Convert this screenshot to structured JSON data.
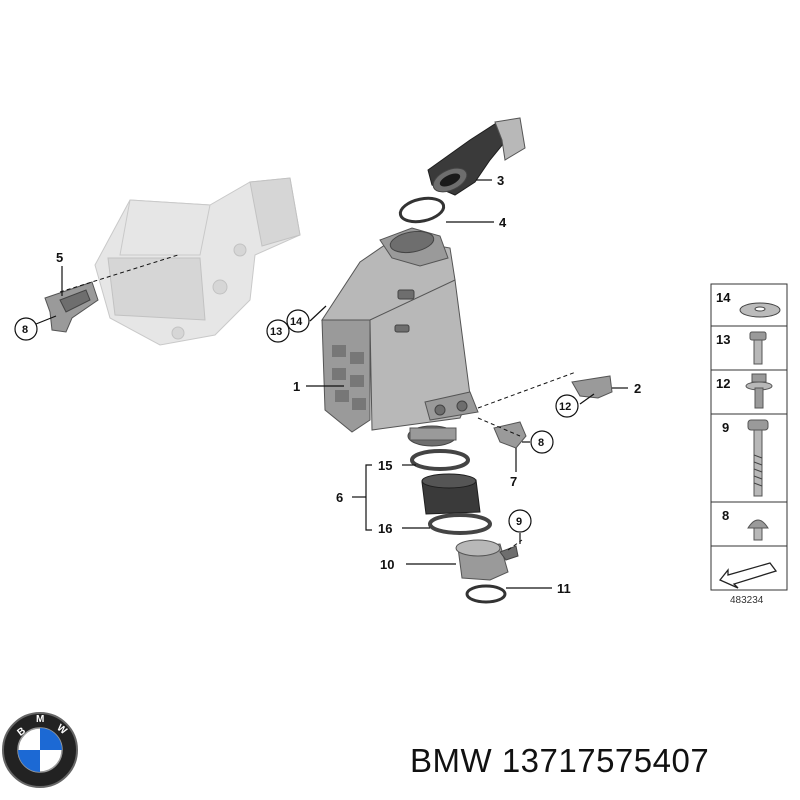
{
  "callouts": {
    "c1": "1",
    "c2": "2",
    "c3": "3",
    "c4": "4",
    "c5": "5",
    "c6": "6",
    "c7": "7",
    "c8a": "8",
    "c8b": "8",
    "c9": "9",
    "c10": "10",
    "c11": "11",
    "c12": "12",
    "c13": "13",
    "c14": "14",
    "c15": "15",
    "c16": "16"
  },
  "legend_panel": {
    "rows": [
      "14",
      "13",
      "12",
      "9",
      "8"
    ],
    "diagram_id": "483234"
  },
  "brand": {
    "logo_letters": "BMW",
    "caption": "BMW 13717575407"
  },
  "colors": {
    "line": "#111111",
    "ghost_part": "#e6e6e6",
    "metal": "#9a9a9a",
    "logo_blue": "#1c69d4"
  },
  "icons": [
    "bmw-roundel-icon",
    "arrow-icon"
  ]
}
